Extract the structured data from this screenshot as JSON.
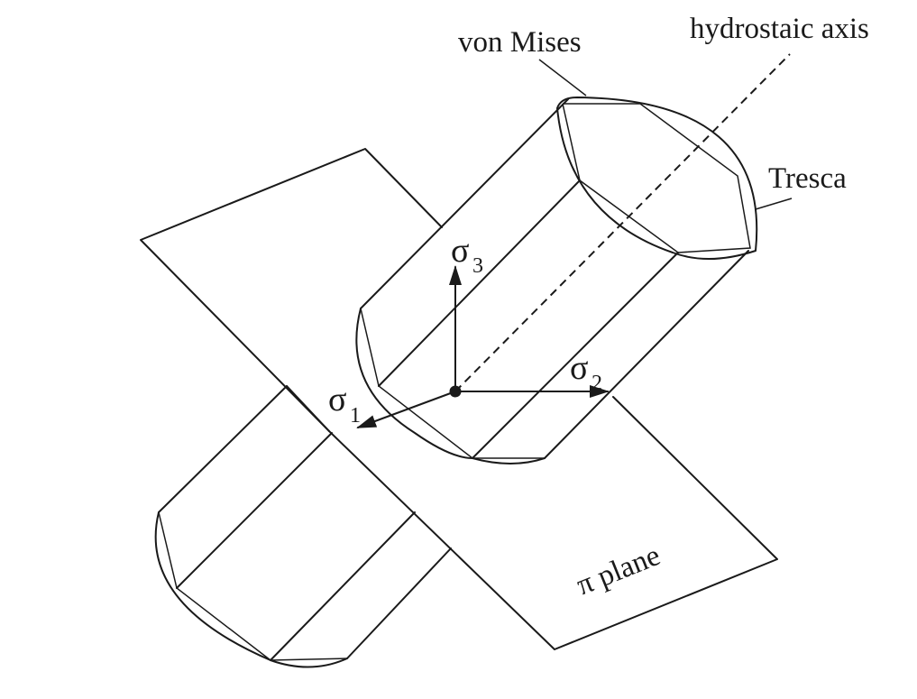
{
  "labels": {
    "von_mises": "von Mises",
    "hydrostatic_axis": "hydrostaic axis",
    "tresca": "Tresca",
    "pi_plane": "π plane"
  },
  "axes": {
    "sigma1": {
      "symbol": "σ",
      "subscript": "1"
    },
    "sigma2": {
      "symbol": "σ",
      "subscript": "2"
    },
    "sigma3": {
      "symbol": "σ",
      "subscript": "3"
    }
  }
}
